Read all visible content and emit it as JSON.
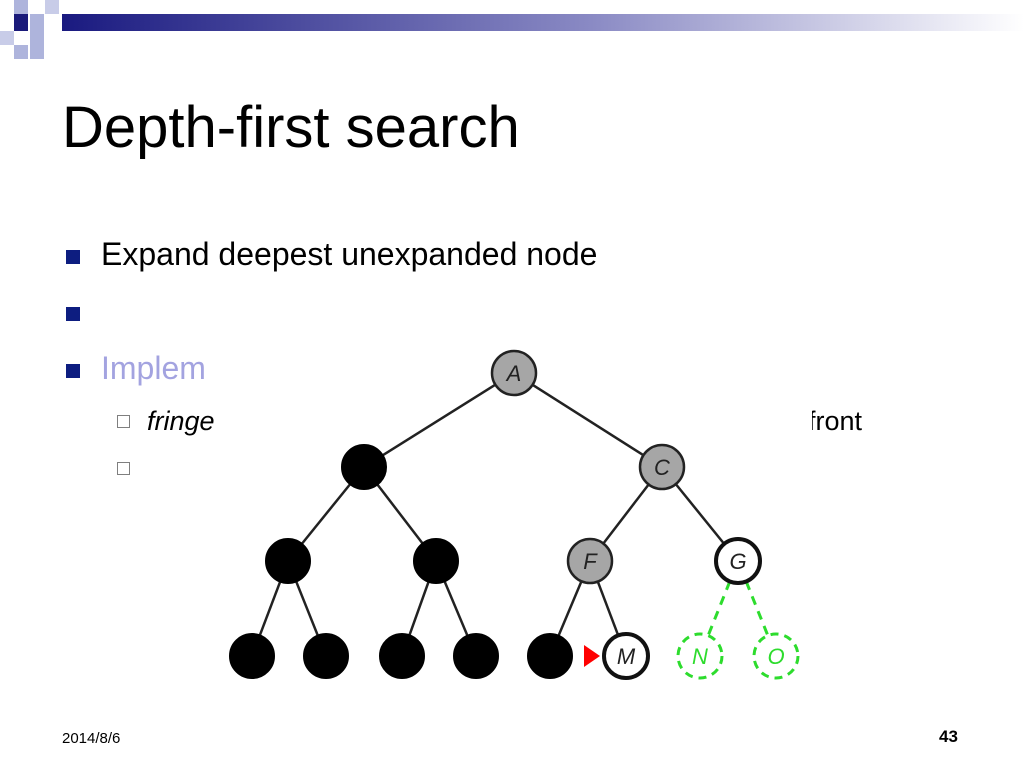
{
  "slide": {
    "title": "Depth-first search",
    "bullets": [
      {
        "text": "Expand deepest unexpanded node"
      },
      {
        "text": ""
      },
      {
        "text": "Implem"
      }
    ],
    "subbullets": [
      {
        "text": "fringe",
        "suffix": "front"
      },
      {
        "text": ""
      }
    ],
    "footer_date": "2014/8/6",
    "page_number": "43"
  },
  "tree": {
    "nodes": [
      {
        "id": "A",
        "label": "A",
        "state": "expanded"
      },
      {
        "id": "B",
        "label": "",
        "state": "removed"
      },
      {
        "id": "C",
        "label": "C",
        "state": "expanded"
      },
      {
        "id": "D",
        "label": "",
        "state": "removed"
      },
      {
        "id": "E",
        "label": "",
        "state": "removed"
      },
      {
        "id": "F",
        "label": "F",
        "state": "expanded"
      },
      {
        "id": "G",
        "label": "G",
        "state": "fringe"
      },
      {
        "id": "H",
        "label": "",
        "state": "removed"
      },
      {
        "id": "I",
        "label": "",
        "state": "removed"
      },
      {
        "id": "J",
        "label": "",
        "state": "removed"
      },
      {
        "id": "K",
        "label": "",
        "state": "removed"
      },
      {
        "id": "L",
        "label": "",
        "state": "removed"
      },
      {
        "id": "M",
        "label": "M",
        "state": "fringe-next"
      },
      {
        "id": "N",
        "label": "N",
        "state": "unexplored"
      },
      {
        "id": "O",
        "label": "O",
        "state": "unexplored"
      }
    ],
    "edges": [
      [
        "A",
        "B"
      ],
      [
        "A",
        "C"
      ],
      [
        "B",
        "D"
      ],
      [
        "B",
        "E"
      ],
      [
        "C",
        "F"
      ],
      [
        "C",
        "G"
      ],
      [
        "D",
        "H"
      ],
      [
        "D",
        "I"
      ],
      [
        "E",
        "J"
      ],
      [
        "E",
        "K"
      ],
      [
        "F",
        "L"
      ],
      [
        "F",
        "M"
      ],
      [
        "G",
        "N"
      ],
      [
        "G",
        "O"
      ]
    ],
    "colors": {
      "expanded": "#a6a6a6",
      "removed": "#000000",
      "fringe": "#ffffff",
      "unexplored": "#2ddc2d",
      "pointer": "#ff0000"
    }
  }
}
